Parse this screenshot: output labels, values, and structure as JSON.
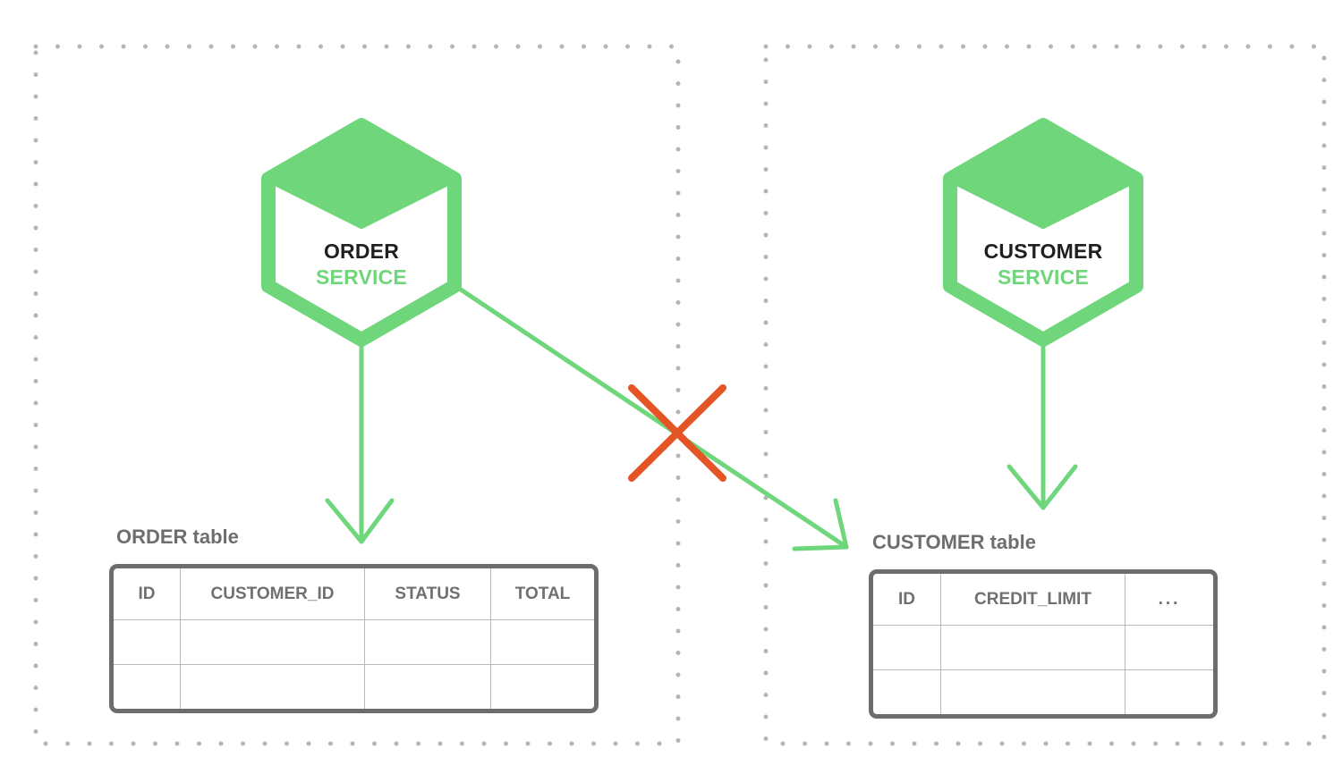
{
  "colors": {
    "accent": "#6fd67b",
    "forbidden": "#e55424",
    "border": "#6d6d6d",
    "boundary": "#b5b5b5"
  },
  "services": [
    {
      "name": "ORDER",
      "subtitle": "SERVICE",
      "icon": "hexagon-cube-icon"
    },
    {
      "name": "CUSTOMER",
      "subtitle": "SERVICE",
      "icon": "hexagon-cube-icon"
    }
  ],
  "tables": [
    {
      "caption": "ORDER table",
      "columns": [
        "ID",
        "CUSTOMER_ID",
        "STATUS",
        "TOTAL"
      ],
      "rows": [
        [
          "",
          "",
          "",
          ""
        ],
        [
          "",
          "",
          "",
          ""
        ]
      ]
    },
    {
      "caption": "CUSTOMER table",
      "columns": [
        "ID",
        "CREDIT_LIMIT",
        "..."
      ],
      "rows": [
        [
          "",
          "",
          ""
        ],
        [
          "",
          "",
          ""
        ]
      ]
    }
  ],
  "arrows": [
    {
      "from": "ORDER SERVICE",
      "to": "ORDER table",
      "allowed": true
    },
    {
      "from": "CUSTOMER SERVICE",
      "to": "CUSTOMER table",
      "allowed": true
    },
    {
      "from": "ORDER SERVICE",
      "to": "CUSTOMER table",
      "allowed": false,
      "marker": "cross-icon"
    }
  ]
}
